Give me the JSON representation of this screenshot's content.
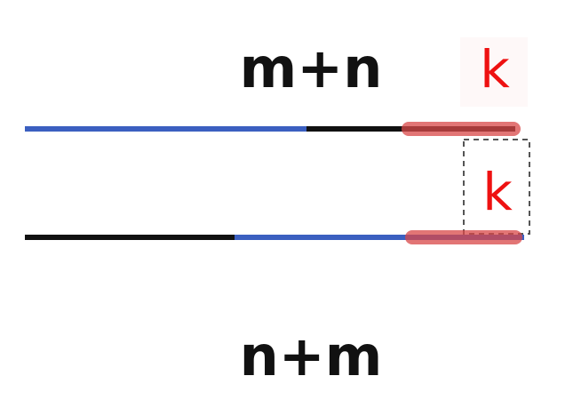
{
  "labels": {
    "top_expression": "m+n",
    "bottom_expression": "n+m",
    "k_top": "k",
    "k_bottom": "k"
  },
  "colors": {
    "blue_segment": "#3b5fc0",
    "black_segment": "#111111",
    "red_highlight": "#e06060",
    "k_text": "#ee1111",
    "dashed_box": "#555555"
  }
}
